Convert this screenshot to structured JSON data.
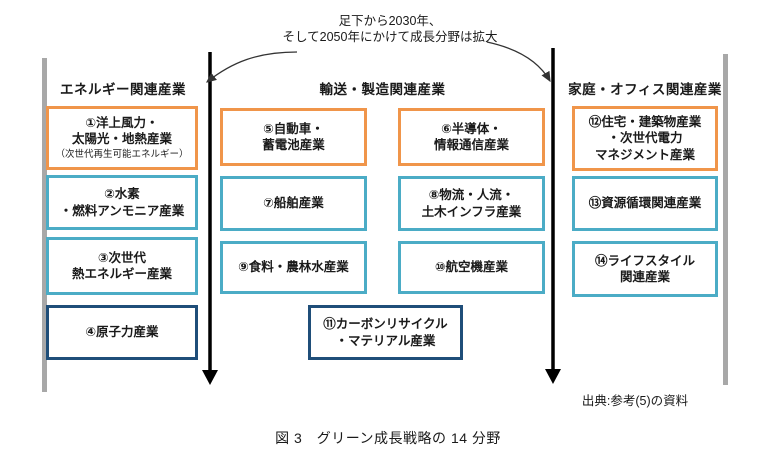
{
  "figure": {
    "annotation": "足下から2030年、\nそして2050年にかけて成長分野は拡大",
    "source": "出典:参考(5)の資料",
    "caption": "図 3　グリーン成長戦略の 14 分野"
  },
  "columns": {
    "energy_header": "エネルギー関連産業",
    "transport_header": "輸送・製造関連産業",
    "home_header": "家庭・オフィス関連産業"
  },
  "boxes": {
    "b1": {
      "label": "①洋上風力・\n太陽光・地熱産業",
      "note": "（次世代再生可能エネルギー）",
      "category": "energy",
      "border": "orange"
    },
    "b2": {
      "label": "②水素\n・燃料アンモニア産業",
      "category": "energy",
      "border": "teal"
    },
    "b3": {
      "label": "③次世代\n熱エネルギー産業",
      "category": "energy",
      "border": "teal"
    },
    "b4": {
      "label": "④原子力産業",
      "category": "energy",
      "border": "navy"
    },
    "b5": {
      "label": "⑤自動車・\n蓄電池産業",
      "category": "transport",
      "border": "orange"
    },
    "b6": {
      "label": "⑥半導体・\n情報通信産業",
      "category": "transport",
      "border": "orange"
    },
    "b7": {
      "label": "⑦船舶産業",
      "category": "transport",
      "border": "teal"
    },
    "b8": {
      "label": "⑧物流・人流・\n土木インフラ産業",
      "category": "transport",
      "border": "teal"
    },
    "b9": {
      "label": "⑨食料・農林水産業",
      "category": "transport",
      "border": "teal"
    },
    "b10": {
      "label": "⑩航空機産業",
      "category": "transport",
      "border": "teal"
    },
    "b11": {
      "label": "⑪カーボンリサイクル\n・マテリアル産業",
      "category": "transport",
      "border": "navy"
    },
    "b12": {
      "label": "⑫住宅・建築物産業\n・次世代電力\nマネジメント産業",
      "category": "home",
      "border": "orange"
    },
    "b13": {
      "label": "⑬資源循環関連産業",
      "category": "home",
      "border": "teal"
    },
    "b14": {
      "label": "⑭ライフスタイル\n関連産業",
      "category": "home",
      "border": "teal"
    }
  },
  "colors": {
    "orange_border": "#F0954A",
    "teal_border": "#4BACC6",
    "navy_border": "#1F4E79",
    "gray_bar": "#A8A8A8",
    "arrow": "#000000",
    "text": "#1A1A1A"
  }
}
